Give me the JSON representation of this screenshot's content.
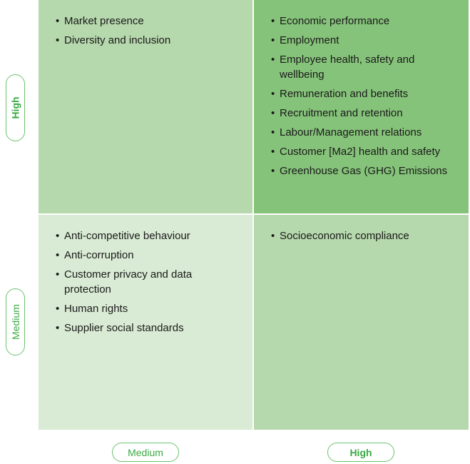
{
  "quadrants": {
    "top_left": [
      "Market presence",
      "Diversity and inclusion"
    ],
    "top_right": [
      "Economic performance",
      "Employment",
      "Employee health, safety and wellbeing",
      "Remuneration and benefits",
      "Recruitment and retention",
      "Labour/Management relations",
      "Customer [Ma2] health and safety",
      "Greenhouse Gas (GHG) Emissions"
    ],
    "bottom_left": [
      "Anti-competitive behaviour",
      "Anti-corruption",
      "Customer privacy and data protection",
      "Human rights",
      "Supplier social standards"
    ],
    "bottom_right": [
      "Socioeconomic compliance"
    ]
  },
  "y_axis": {
    "high": "High",
    "medium": "Medium"
  },
  "x_axis": {
    "medium": "Medium",
    "high": "High"
  },
  "colors": {
    "q_light": "#d9ebd4",
    "q_mid": "#b6d8ad",
    "q_dark": "#86c37a",
    "label_green": "#3aaa44"
  }
}
